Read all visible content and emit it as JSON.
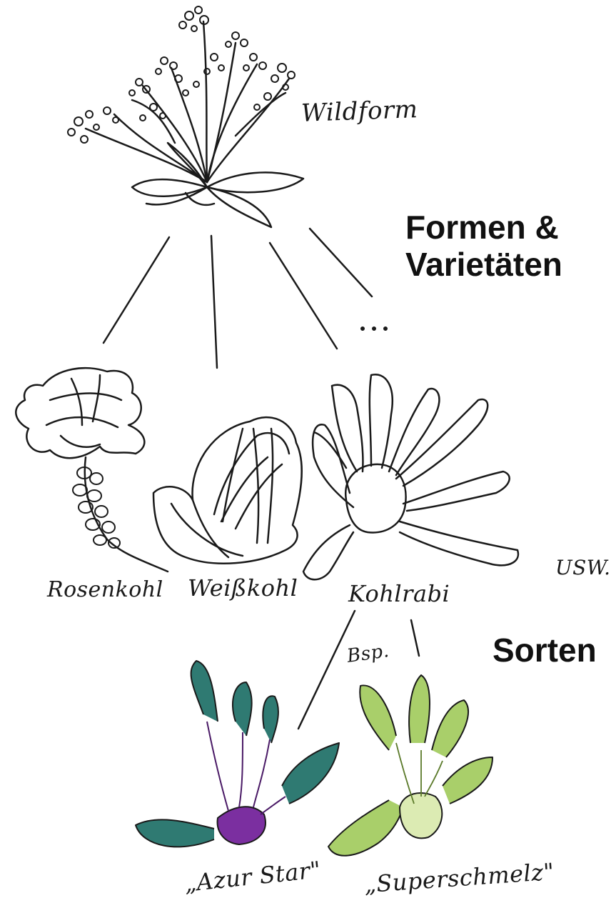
{
  "headings": {
    "forms": [
      "Formen &",
      "Varietäten"
    ],
    "cultivars": "Sorten"
  },
  "labels": {
    "wild": "Wildform",
    "rosenkohl": "Rosenkohl",
    "weisskohl": "Weißkohl",
    "kohlrabi": "Kohlrabi",
    "usw": "USW.",
    "bsp": "Bsp.",
    "azur_star": "„Azur Star\"",
    "superschmelz": "„Superschmelz\"",
    "ellipsis": "..."
  },
  "colors": {
    "ink": "#1a1a1a",
    "purple": "#7b2fa0",
    "teal": "#2f7a72",
    "light_green": "#a9cf6a"
  }
}
